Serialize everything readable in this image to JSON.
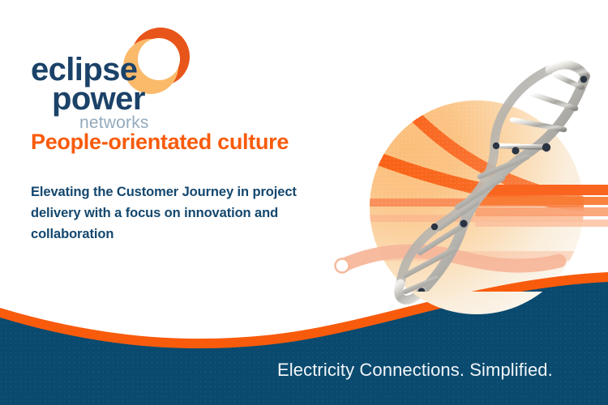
{
  "brand": {
    "logo": {
      "line1": "eclipse",
      "line2": "power",
      "line3": "networks",
      "mark_name": "eclipse-ring-icon"
    },
    "colors": {
      "orange": "#F85B0C",
      "orange_dark": "#E8551A",
      "orange_light": "#FBBA6A",
      "navy": "#0A4A6E",
      "navy_text": "#13476E",
      "logo_navy": "#1B4268",
      "networks_blue": "#93ABBE",
      "peach": "#F6B394",
      "white": "#FFFFFF"
    }
  },
  "content": {
    "headline": "People-orientated culture",
    "subhead": "Elevating the Customer Journey in project delivery with a focus on innovation and collaboration"
  },
  "footer": {
    "tagline": "Electricity Connections. Simplified."
  },
  "graphic": {
    "circle_name": "orange-gradient-circle",
    "helix_name": "dna-double-helix-illustration",
    "ribbon_name": "orange-ribbon-stripes",
    "capsule_name": "peach-capsule-ribbon"
  }
}
